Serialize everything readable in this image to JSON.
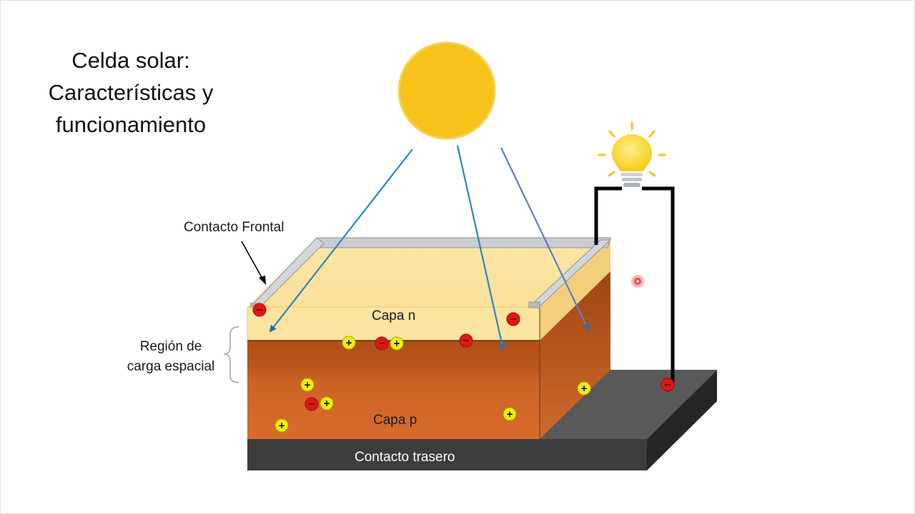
{
  "title": {
    "line1": "Celda solar:",
    "line2": "Características y",
    "line3": "funcionamiento"
  },
  "labels": {
    "front_contact": "Contacto Frontal",
    "space_charge_region_line1": "Región de",
    "space_charge_region_line2": "carga espacial",
    "n_layer": "Capa n",
    "p_layer": "Capa p",
    "back_contact": "Contacto trasero"
  },
  "colors": {
    "sun": "#f7c21a",
    "n_layer": "#fbe3a0",
    "p_layer": "#d2682a",
    "depletion": "#b8541a",
    "back_contact": "#3c3c3c",
    "ray": "#2a87c0",
    "electron": "#e01616",
    "hole": "#f3ec14"
  },
  "icons": {
    "sun": "sun-icon",
    "bulb": "lightbulb-icon",
    "electron": "minus-charge-icon",
    "hole": "plus-charge-icon"
  }
}
